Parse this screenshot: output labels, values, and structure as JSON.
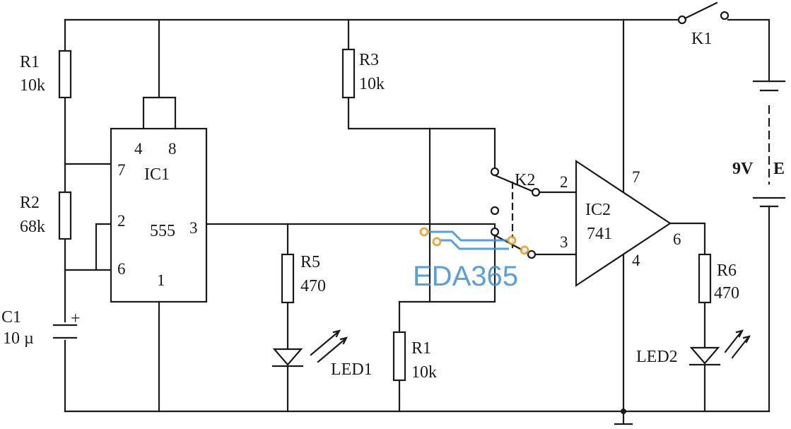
{
  "components": {
    "r1_top": {
      "ref": "R1",
      "value": "10k"
    },
    "r2": {
      "ref": "R2",
      "value": "68k"
    },
    "c1": {
      "ref": "C1",
      "value": "10 µ"
    },
    "ic1": {
      "ref": "IC1",
      "type": "555",
      "pins": {
        "p4": "4",
        "p8": "8",
        "p7": "7",
        "p2": "2",
        "p6": "6",
        "p3": "3",
        "p1": "1"
      }
    },
    "r3": {
      "ref": "R3",
      "value": "10k"
    },
    "r5": {
      "ref": "R5",
      "value": "470"
    },
    "led1": {
      "ref": "LED1"
    },
    "r1_bottom": {
      "ref": "R1",
      "value": "10k"
    },
    "k2": {
      "ref": "K2"
    },
    "ic2": {
      "ref": "IC2",
      "type": "741",
      "pins": {
        "p2": "2",
        "p3": "3",
        "p7": "7",
        "p4": "4",
        "p6": "6"
      }
    },
    "r6": {
      "ref": "R6",
      "value": "470"
    },
    "led2": {
      "ref": "LED2"
    },
    "k1": {
      "ref": "K1"
    },
    "battery": {
      "voltage": "9V",
      "ref": "E"
    }
  },
  "watermark": {
    "text": "EDA365",
    "color": "#3d8fd6"
  }
}
